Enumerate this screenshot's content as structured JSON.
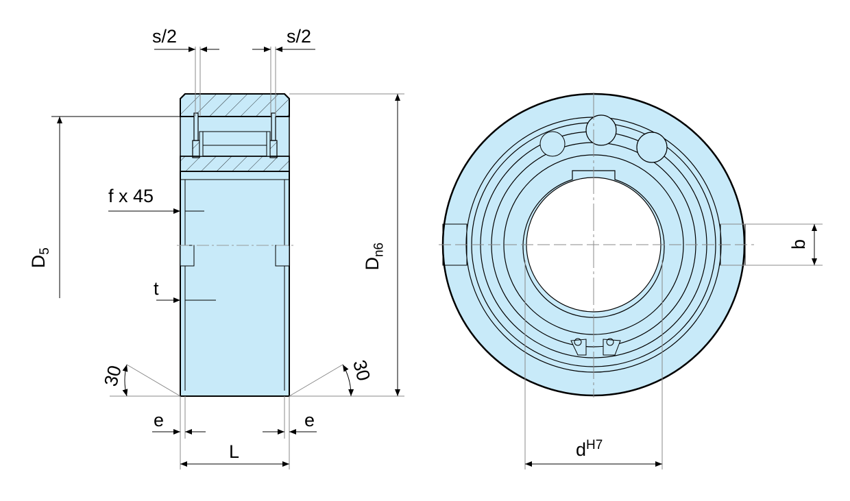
{
  "labels": {
    "s_half_left": "s/2",
    "s_half_right": "s/2",
    "d5": "D",
    "d5_sub": "5",
    "dn6": "D",
    "dn6_sub": "n6",
    "chamfer": "f x 45",
    "t": "t",
    "angle_left": "30",
    "angle_right": "30",
    "e_left": "e",
    "e_right": "e",
    "length": "L",
    "keyway_width": "b",
    "bore": "d",
    "bore_sup": "H7"
  },
  "colors": {
    "fill": "#c8eaf9",
    "stroke": "#000000",
    "dim": "#888888"
  }
}
